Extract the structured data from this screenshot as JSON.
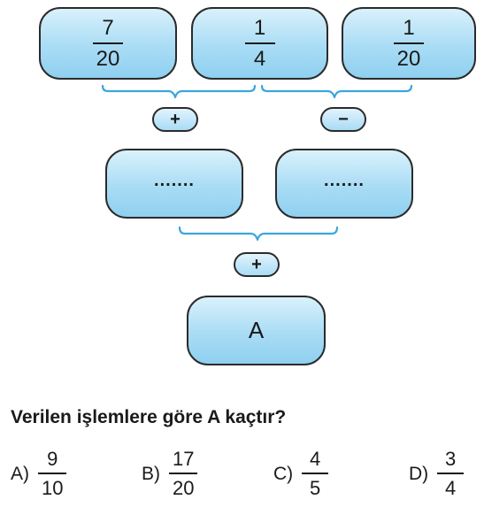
{
  "top_boxes": [
    {
      "num": "7",
      "den": "20"
    },
    {
      "num": "1",
      "den": "4"
    },
    {
      "num": "1",
      "den": "20"
    }
  ],
  "operators": {
    "left_top": "+",
    "right_top": "−",
    "bottom": "+"
  },
  "middle_boxes": {
    "left": ".......",
    "right": "......."
  },
  "result_box": "A",
  "question": "Verilen işlemlere göre A kaçtır?",
  "choices": [
    {
      "label": "A)",
      "num": "9",
      "den": "10"
    },
    {
      "label": "B)",
      "num": "17",
      "den": "20"
    },
    {
      "label": "C)",
      "num": "4",
      "den": "5"
    },
    {
      "label": "D)",
      "num": "3",
      "den": "4"
    }
  ],
  "colors": {
    "box_fill": "#a9dcf5",
    "bracket": "#3aa7dc",
    "outline": "#2b2b2b"
  }
}
